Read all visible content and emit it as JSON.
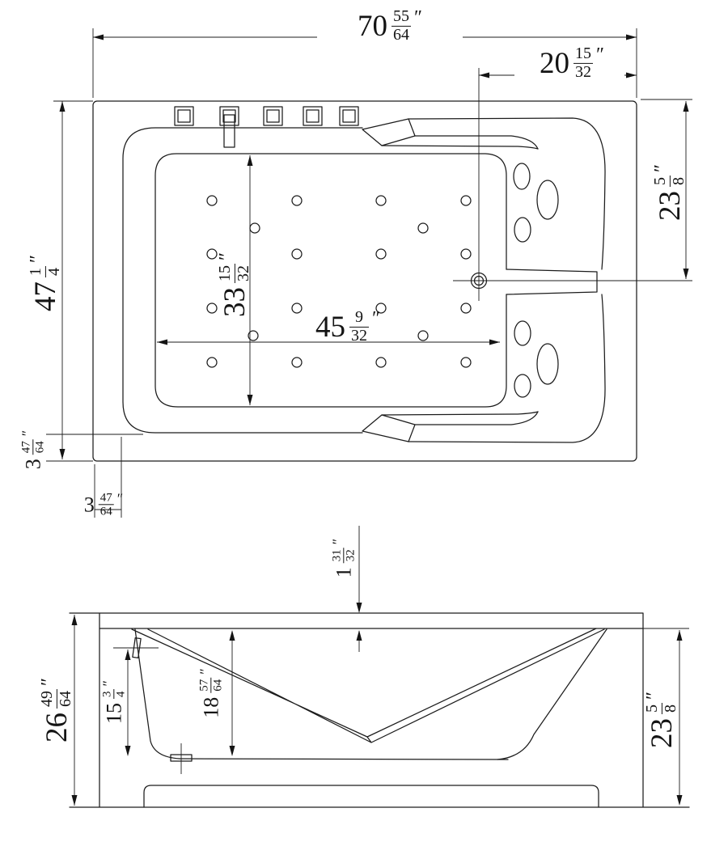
{
  "dims": {
    "overall_length": {
      "whole": "70",
      "num": "55",
      "den": "64",
      "unit": "″"
    },
    "drain_offset_length": {
      "whole": "20",
      "num": "15",
      "den": "32",
      "unit": "″"
    },
    "drain_offset_width": {
      "whole": "23",
      "num": "5",
      "den": "8",
      "unit": "″"
    },
    "overall_width": {
      "whole": "47",
      "num": "1",
      "den": "4",
      "unit": "″"
    },
    "basin_width": {
      "whole": "33",
      "num": "15",
      "den": "32",
      "unit": "″"
    },
    "basin_length": {
      "whole": "45",
      "num": "9",
      "den": "32",
      "unit": "″"
    },
    "rim_width_left": {
      "whole": "3",
      "num": "47",
      "den": "64",
      "unit": "″"
    },
    "rim_width_bottom": {
      "whole": "3",
      "num": "47",
      "den": "64",
      "unit": "″"
    },
    "rim_lip_thickness": {
      "whole": "1",
      "num": "31",
      "den": "32",
      "unit": "″"
    },
    "overall_height": {
      "whole": "26",
      "num": "49",
      "den": "64",
      "unit": "″"
    },
    "inner_depth": {
      "whole": "15",
      "num": "3",
      "den": "4",
      "unit": "″"
    },
    "depth_to_floor": {
      "whole": "18",
      "num": "57",
      "den": "64",
      "unit": "″"
    },
    "side_height": {
      "whole": "23",
      "num": "5",
      "den": "8",
      "unit": "″"
    }
  },
  "colors": {
    "line": "#1c1c1c",
    "background": "#ffffff"
  }
}
